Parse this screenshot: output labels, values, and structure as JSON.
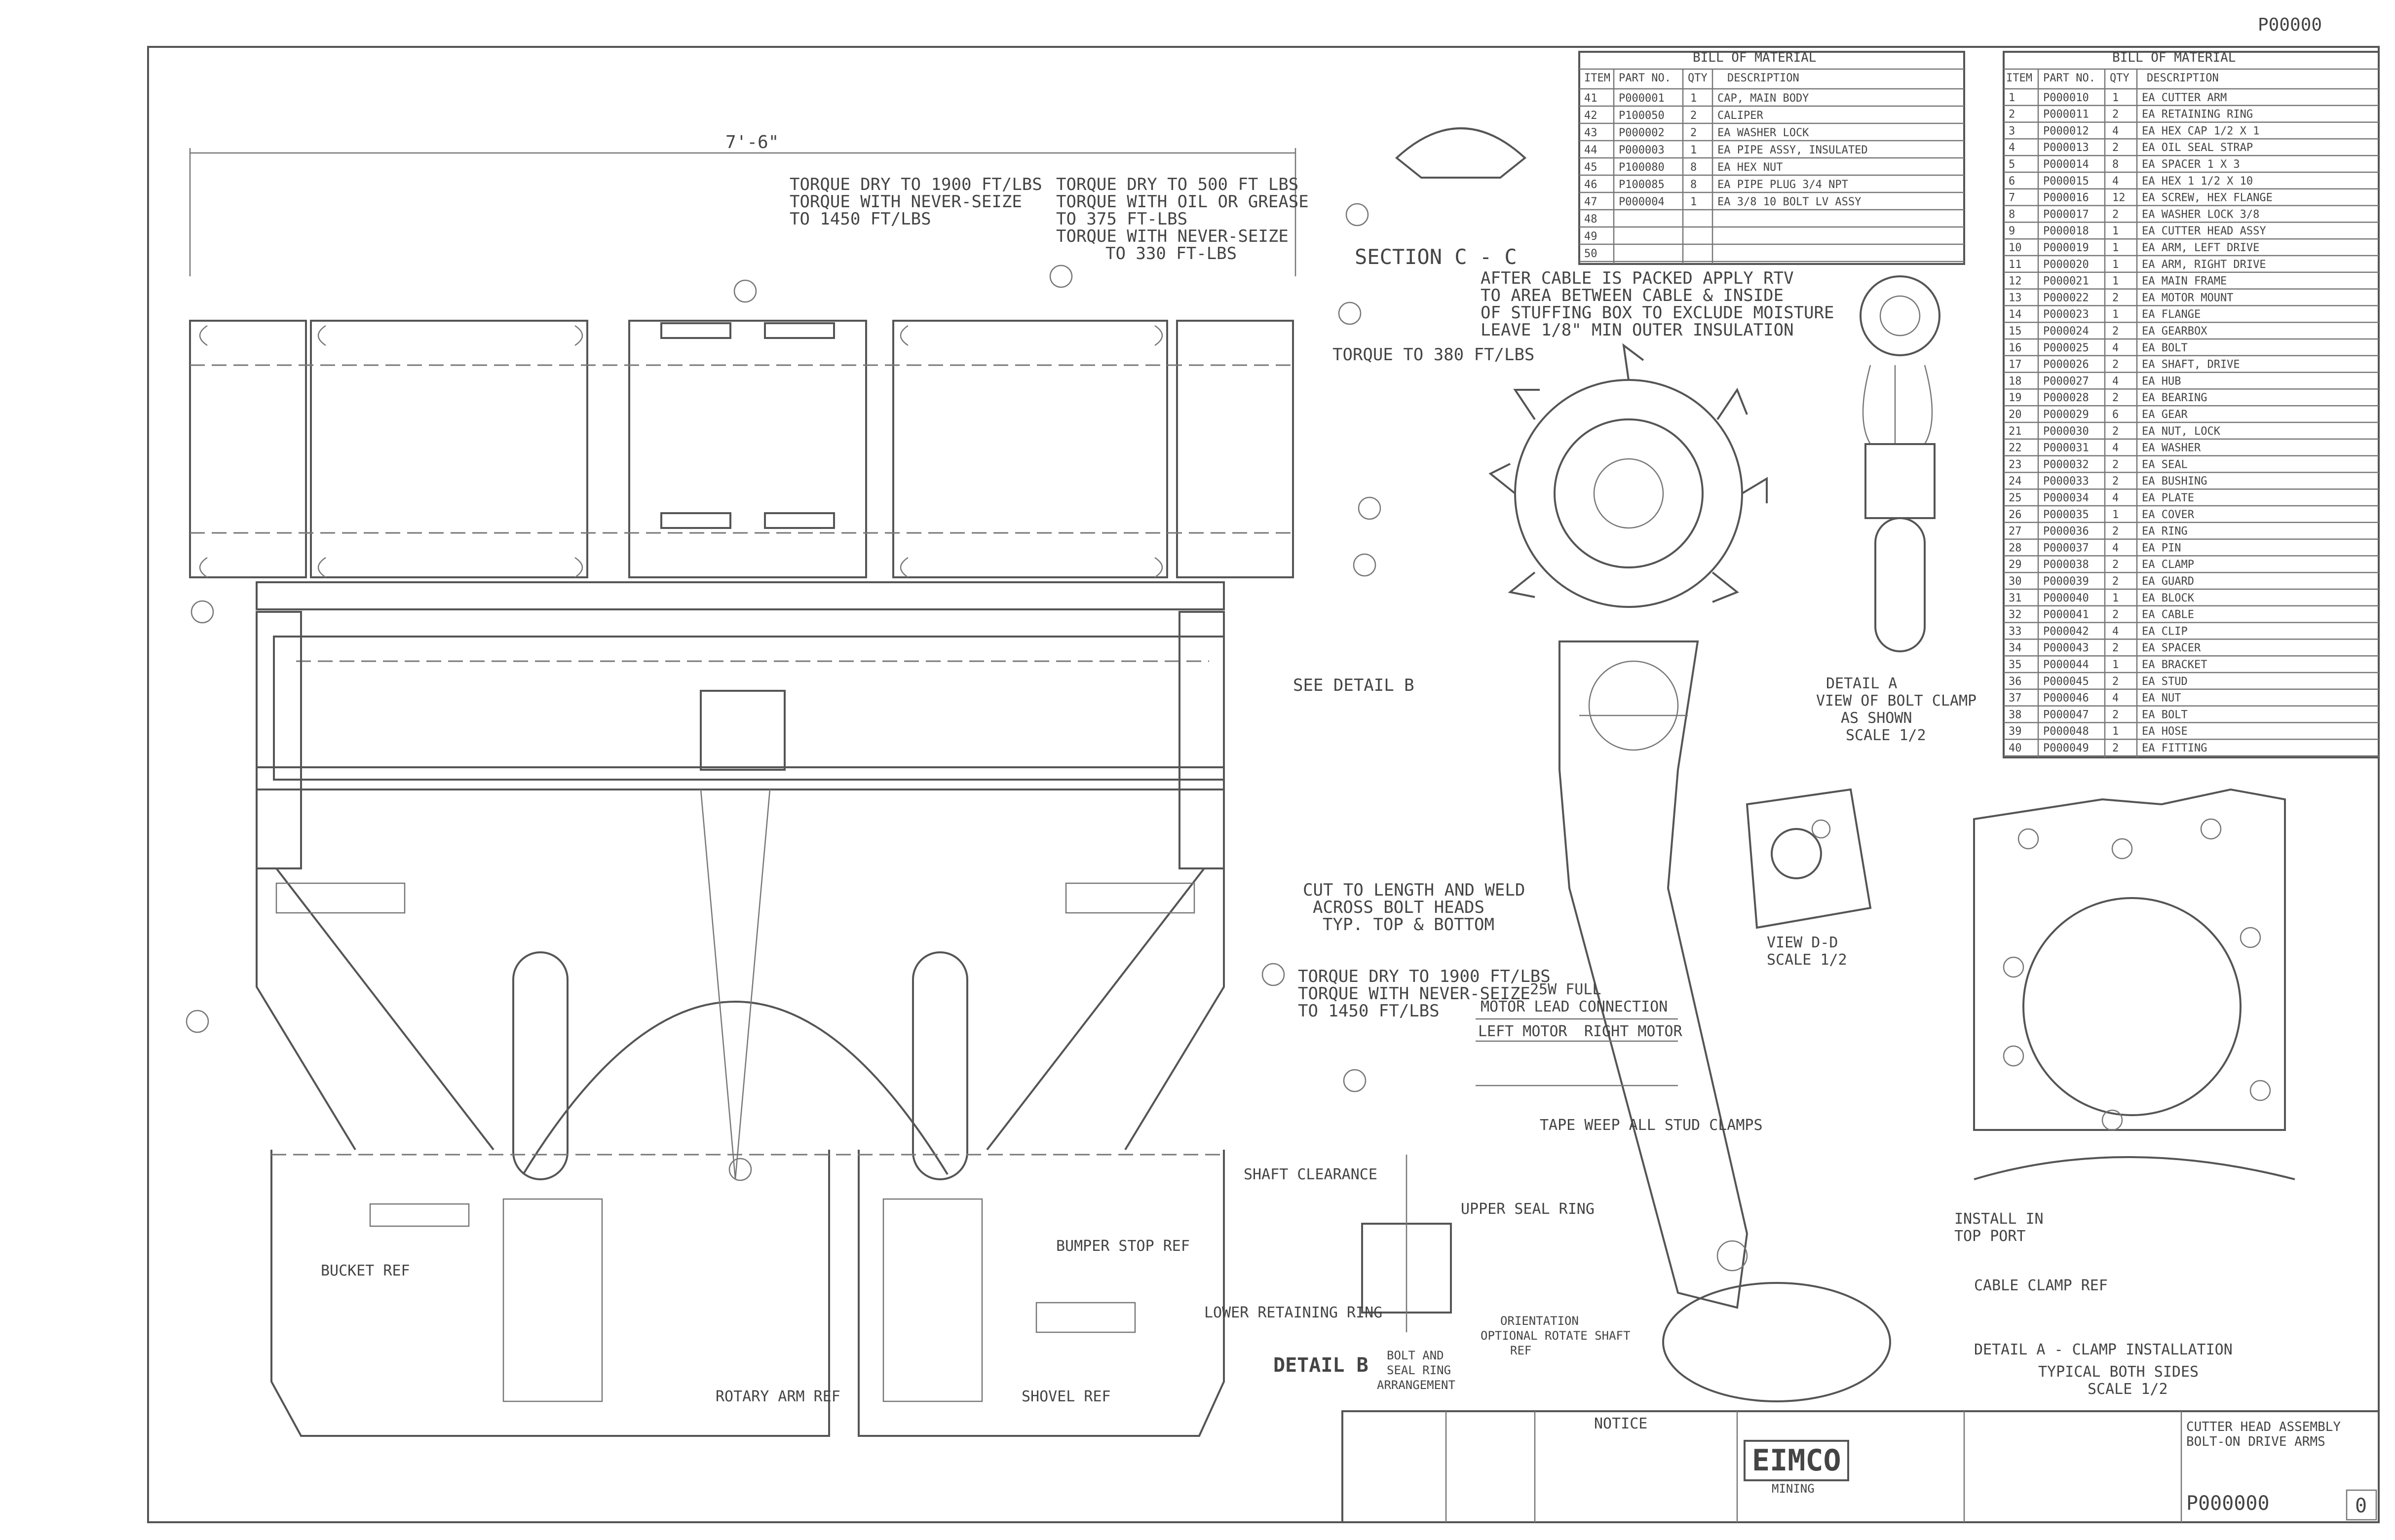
{
  "drawing": {
    "doc_number": "P00000",
    "top_dimension": "7'-6\"",
    "section_title": "SECTION C - C",
    "notes": {
      "torque_left": [
        "TORQUE DRY TO 1900 FT/LBS",
        "TORQUE WITH NEVER-SEIZE",
        "TO 1450 FT/LBS"
      ],
      "torque_right": [
        "TORQUE DRY TO 500 FT LBS",
        "TORQUE WITH OIL OR GREASE",
        "TO 375 FT-LBS",
        "TORQUE WITH NEVER-SEIZE",
        "TO 330 FT-LBS"
      ],
      "torque_small": "TORQUE TO 380 FT/LBS",
      "cable_note": [
        "AFTER CABLE IS PACKED APPLY RTV",
        "TO AREA BETWEEN CABLE & INSIDE",
        "OF STUFFING BOX TO EXCLUDE MOISTURE",
        "LEAVE 1/8\" MIN OUTER INSULATION"
      ],
      "cut_weld": [
        "CUT TO LENGTH AND WELD",
        "ACROSS BOLT HEADS",
        "TYP. TOP & BOTTOM"
      ],
      "torque_bottom": [
        "TORQUE DRY TO 1900 FT/LBS",
        "TORQUE WITH NEVER-SEIZE",
        "TO 1450 FT/LBS"
      ],
      "see_detail_b": "SEE DETAIL B",
      "tape_note": "TAPE WEEP ALL STUD CLAMPS",
      "install_plug": [
        "INSTALL IN",
        "TOP PORT"
      ],
      "cable_clamp_ref": "CABLE CLAMP REF"
    },
    "detail_a": [
      "DETAIL A",
      "VIEW OF BOLT CLAMP",
      "AS SHOWN",
      "SCALE 1/2"
    ],
    "view_dd": [
      "VIEW D-D",
      "SCALE 1/2"
    ],
    "motor_table": {
      "title": [
        "25W FULL",
        "MOTOR LEAD CONNECTION"
      ],
      "cols": [
        "LEFT MOTOR",
        "RIGHT MOTOR"
      ]
    },
    "detail_b": [
      "DETAIL B",
      "BOLT AND",
      "SEAL RING",
      "ARRANGEMENT"
    ],
    "detail_b_labels": {
      "shaft": "SHAFT CLEARANCE",
      "upper": "UPPER SEAL RING",
      "lower": "LOWER RETAINING RING",
      "optional": [
        "ORIENTATION",
        "OPTIONAL ROTATE SHAFT",
        "REF"
      ]
    },
    "bottom_refs": {
      "left_ref": "BUCKET REF",
      "right_ref": "BUMPER STOP REF",
      "bottom_a": "ROTARY ARM REF",
      "bottom_b": "SHOVEL REF"
    },
    "typical_view": [
      "DETAIL A - CLAMP INSTALLATION",
      "TYPICAL BOTH SIDES",
      "SCALE 1/2"
    ],
    "bom_left": {
      "title": "BILL OF MATERIAL",
      "headers": [
        "ITEM",
        "PART NO.",
        "QTY",
        "DESCRIPTION"
      ],
      "rows": [
        [
          "41",
          "P000001",
          "1",
          "CAP, MAIN BODY"
        ],
        [
          "42",
          "P100050",
          "2",
          "CALIPER"
        ],
        [
          "43",
          "P000002",
          "2",
          "EA WASHER LOCK"
        ],
        [
          "44",
          "P000003",
          "1",
          "EA PIPE ASSY, INSULATED"
        ],
        [
          "45",
          "P100080",
          "8",
          "EA HEX NUT"
        ],
        [
          "46",
          "P100085",
          "8",
          "EA PIPE PLUG 3/4 NPT"
        ],
        [
          "47",
          "P000004",
          "1",
          "EA 3/8 10 BOLT LV ASSY"
        ],
        [
          "48",
          "",
          "",
          ""
        ],
        [
          "49",
          "",
          "",
          ""
        ],
        [
          "50",
          "",
          "",
          ""
        ]
      ]
    },
    "bom_right": {
      "title": "BILL OF MATERIAL",
      "headers": [
        "ITEM",
        "PART NO.",
        "QTY",
        "DESCRIPTION"
      ],
      "rows": [
        [
          "1",
          "P000010",
          "1",
          "EA CUTTER ARM"
        ],
        [
          "2",
          "P000011",
          "2",
          "EA RETAINING RING"
        ],
        [
          "3",
          "P000012",
          "4",
          "EA HEX CAP 1/2 X 1"
        ],
        [
          "4",
          "P000013",
          "2",
          "EA OIL SEAL STRAP"
        ],
        [
          "5",
          "P000014",
          "8",
          "EA SPACER 1 X 3"
        ],
        [
          "6",
          "P000015",
          "4",
          "EA HEX 1 1/2 X 10"
        ],
        [
          "7",
          "P000016",
          "12",
          "EA SCREW, HEX FLANGE"
        ],
        [
          "8",
          "P000017",
          "2",
          "EA WASHER LOCK 3/8"
        ],
        [
          "9",
          "P000018",
          "1",
          "EA CUTTER HEAD ASSY"
        ],
        [
          "10",
          "P000019",
          "1",
          "EA ARM, LEFT DRIVE"
        ],
        [
          "11",
          "P000020",
          "1",
          "EA ARM, RIGHT DRIVE"
        ],
        [
          "12",
          "P000021",
          "1",
          "EA MAIN FRAME"
        ],
        [
          "13",
          "P000022",
          "2",
          "EA MOTOR MOUNT"
        ],
        [
          "14",
          "P000023",
          "1",
          "EA FLANGE"
        ],
        [
          "15",
          "P000024",
          "2",
          "EA GEARBOX"
        ],
        [
          "16",
          "P000025",
          "4",
          "EA BOLT"
        ],
        [
          "17",
          "P000026",
          "2",
          "EA SHAFT, DRIVE"
        ],
        [
          "18",
          "P000027",
          "4",
          "EA HUB"
        ],
        [
          "19",
          "P000028",
          "2",
          "EA BEARING"
        ],
        [
          "20",
          "P000029",
          "6",
          "EA GEAR"
        ],
        [
          "21",
          "P000030",
          "2",
          "EA NUT, LOCK"
        ],
        [
          "22",
          "P000031",
          "4",
          "EA WASHER"
        ],
        [
          "23",
          "P000032",
          "2",
          "EA SEAL"
        ],
        [
          "24",
          "P000033",
          "2",
          "EA BUSHING"
        ],
        [
          "25",
          "P000034",
          "4",
          "EA PLATE"
        ],
        [
          "26",
          "P000035",
          "1",
          "EA COVER"
        ],
        [
          "27",
          "P000036",
          "2",
          "EA RING"
        ],
        [
          "28",
          "P000037",
          "4",
          "EA PIN"
        ],
        [
          "29",
          "P000038",
          "2",
          "EA CLAMP"
        ],
        [
          "30",
          "P000039",
          "2",
          "EA GUARD"
        ],
        [
          "31",
          "P000040",
          "1",
          "EA BLOCK"
        ],
        [
          "32",
          "P000041",
          "2",
          "EA CABLE"
        ],
        [
          "33",
          "P000042",
          "4",
          "EA CLIP"
        ],
        [
          "34",
          "P000043",
          "2",
          "EA SPACER"
        ],
        [
          "35",
          "P000044",
          "1",
          "EA BRACKET"
        ],
        [
          "36",
          "P000045",
          "2",
          "EA STUD"
        ],
        [
          "37",
          "P000046",
          "4",
          "EA NUT"
        ],
        [
          "38",
          "P000047",
          "2",
          "EA BOLT"
        ],
        [
          "39",
          "P000048",
          "1",
          "EA HOSE"
        ],
        [
          "40",
          "P000049",
          "2",
          "EA FITTING"
        ]
      ]
    },
    "title_block": {
      "company": "EIMCO",
      "sub": "MINING",
      "notice": "NOTICE",
      "drawing_title": [
        "CUTTER HEAD ASSEMBLY",
        "BOLT-ON DRIVE ARMS"
      ],
      "number": "P000000",
      "rev": "0"
    }
  }
}
